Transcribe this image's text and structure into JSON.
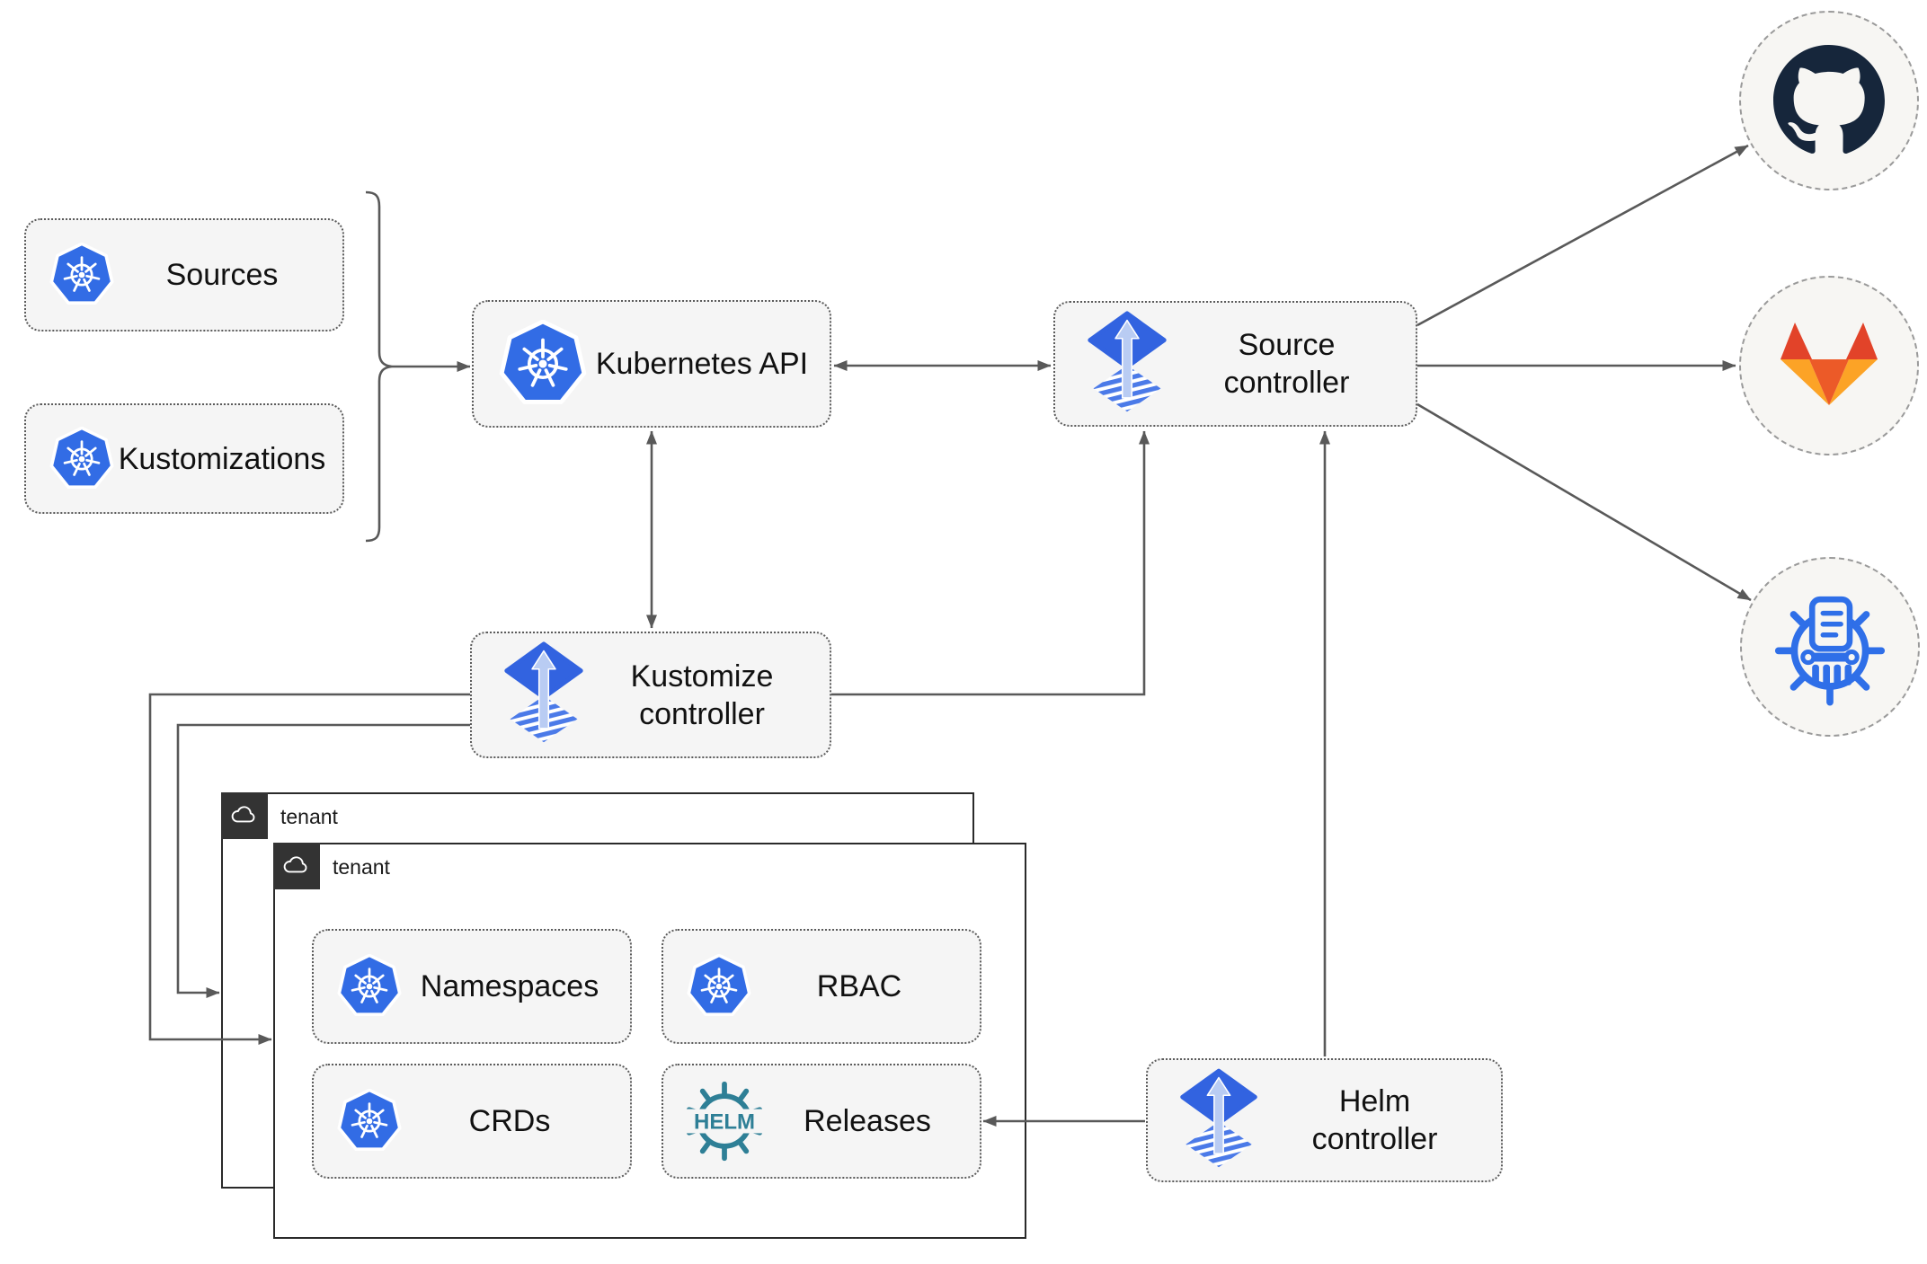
{
  "nodes": {
    "sources": {
      "label": "Sources"
    },
    "kustomizations": {
      "label": "Kustomizations"
    },
    "kubernetes_api": {
      "label": "Kubernetes API"
    },
    "source_controller": {
      "line1": "Source",
      "line2": "controller"
    },
    "kustomize_controller": {
      "line1": "Kustomize",
      "line2": "controller"
    },
    "helm_controller": {
      "line1": "Helm",
      "line2": "controller"
    }
  },
  "tenant_back": {
    "label": "tenant"
  },
  "tenant_front": {
    "label": "tenant",
    "items": [
      {
        "label": "Namespaces",
        "icon": "kubernetes"
      },
      {
        "label": "RBAC",
        "icon": "kubernetes"
      },
      {
        "label": "CRDs",
        "icon": "kubernetes"
      },
      {
        "label": "Releases",
        "icon": "helm-wheel",
        "icon_text": "HELM"
      }
    ]
  },
  "remotes": [
    {
      "icon": "github"
    },
    {
      "icon": "gitlab"
    },
    {
      "icon": "helm-chart-repository"
    }
  ],
  "icon_names": {
    "kubernetes": "kubernetes-wheel-heptagon",
    "flux": "flux-diamond-up-arrow",
    "cloud": "cloud-outline",
    "github": "octocat-in-circle",
    "gitlab": "gitlab-tanuki",
    "helm_repository": "kubernetes-wheel-document-pillar"
  },
  "colors": {
    "kubernetes_blue": "#326ce5",
    "flux_blue": "#3263e0",
    "flux_arrow_light": "#b9ccf3",
    "flux_stripe_blue": "#4b7ae8",
    "helm_teal": "#2e7f96",
    "github_dark": "#16263b",
    "gitlab_dark_orange": "#e24329",
    "gitlab_orange": "#ec5a28",
    "gitlab_amber": "#fca326",
    "chart_repo_blue": "#2f6fe8",
    "connector_gray": "#595959",
    "node_fill": "#f5f5f5",
    "node_border": "#5b5b5b",
    "tenant_tag_dark": "#333333",
    "remote_fill": "#f7f6f3"
  }
}
